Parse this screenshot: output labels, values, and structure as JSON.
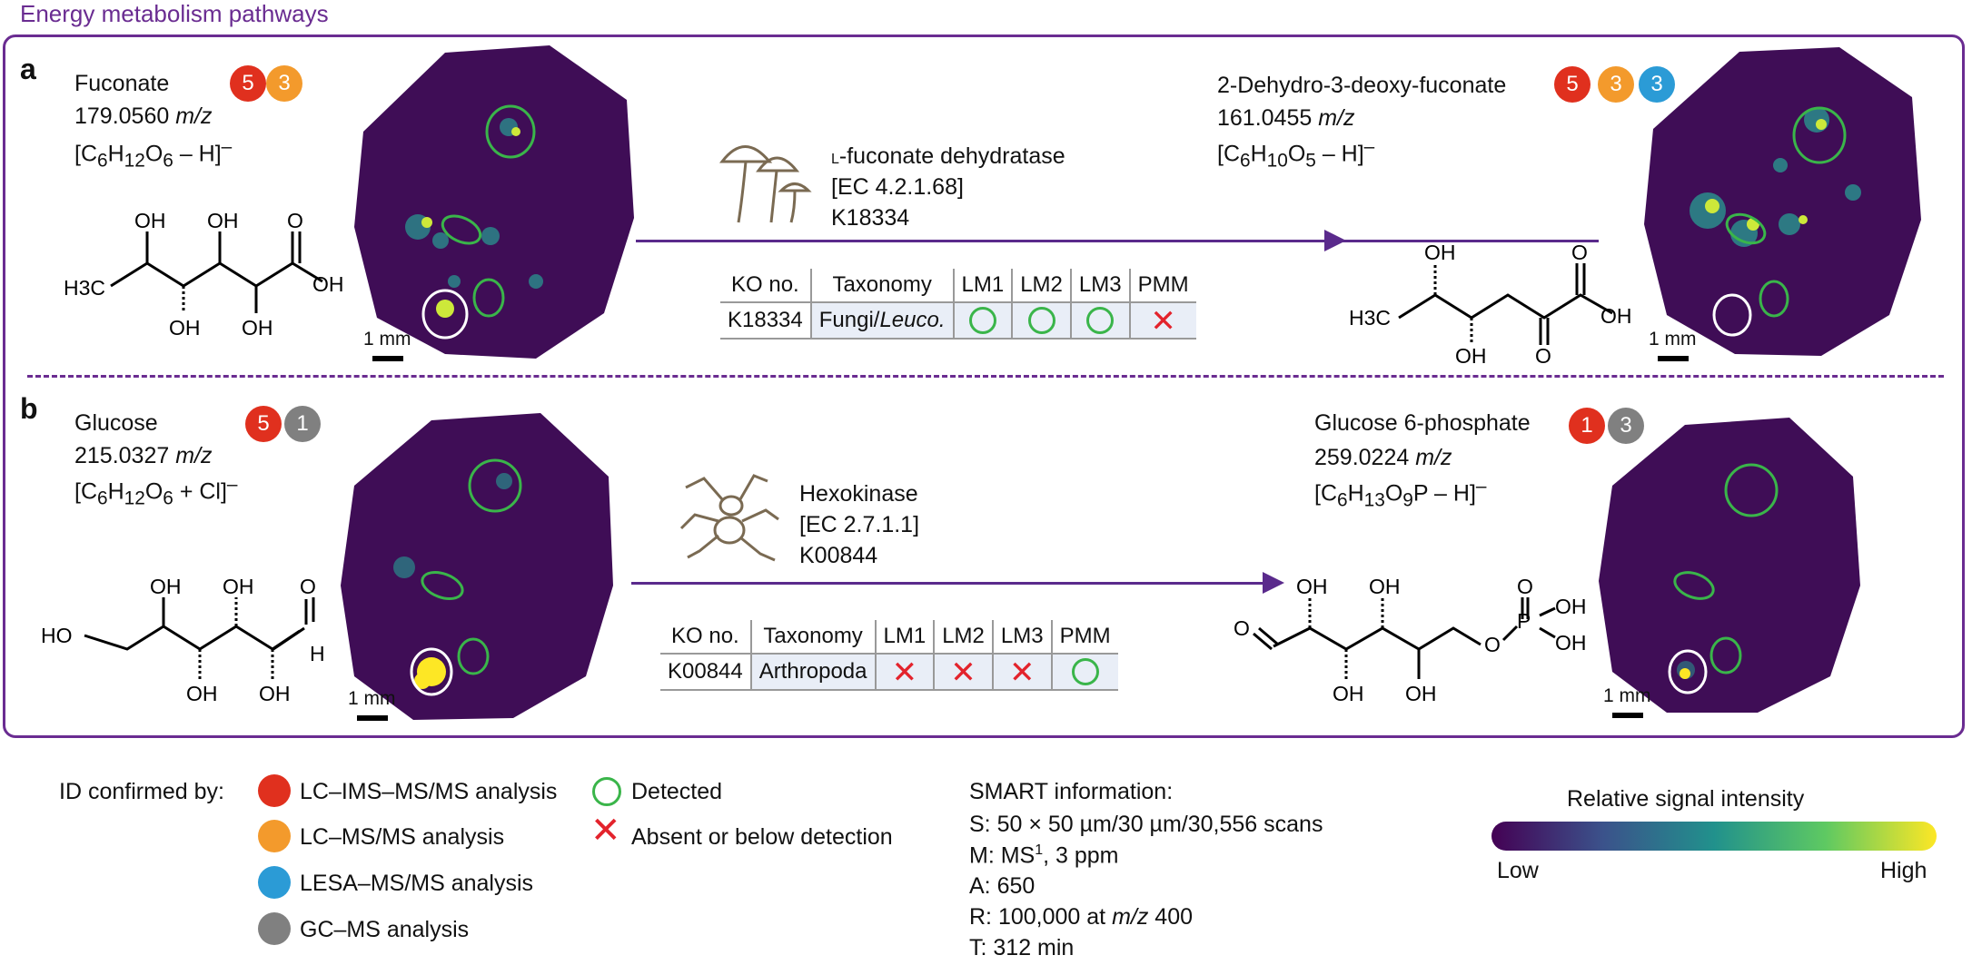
{
  "heading": "Energy metabolism pathways",
  "panels": {
    "a": {
      "letter": "a",
      "substrate": {
        "name": "Fuconate",
        "mz_value": "179.0560",
        "mz_unit": "m/z",
        "formula_pre": "[C",
        "c": "6",
        "h_label": "H",
        "h": "12",
        "o_label": "O",
        "o": "6",
        "formula_post": " – H]",
        "charge": "–",
        "badges": [
          "5",
          "3"
        ],
        "atoms": [
          "OH",
          "OH",
          "O",
          "H3C",
          "OH",
          "OH",
          "OH"
        ]
      },
      "product": {
        "name": "2-Dehydro-3-deoxy-fuconate",
        "mz_value": "161.0455",
        "mz_unit": "m/z",
        "formula_pre": "[C",
        "c": "6",
        "h_label": "H",
        "h": "10",
        "o_label": "O",
        "o": "5",
        "formula_post": " – H]",
        "charge": "–",
        "badges": [
          "5",
          "3",
          "3"
        ],
        "atoms": [
          "OH",
          "O",
          "H3C",
          "OH",
          "OH",
          "O"
        ]
      },
      "enzyme": {
        "small_caps_prefix": "L",
        "name": "-fuconate dehydratase",
        "ec": "[EC 4.2.1.68]",
        "ko": "K18334"
      },
      "table": {
        "headers": [
          "KO no.",
          "Taxonomy",
          "LM1",
          "LM2",
          "LM3",
          "PMM"
        ],
        "ko": "K18334",
        "taxonomy_plain": "Fungi/",
        "taxonomy_italic": "Leuco.",
        "detections": [
          "detected",
          "detected",
          "detected",
          "absent"
        ]
      },
      "scale_label": "1 mm"
    },
    "b": {
      "letter": "b",
      "substrate": {
        "name": "Glucose",
        "mz_value": "215.0327",
        "mz_unit": "m/z",
        "formula_pre": "[C",
        "c": "6",
        "h_label": "H",
        "h": "12",
        "o_label": "O",
        "o": "6",
        "formula_post": " + Cl]",
        "charge": "–",
        "badges": [
          "5",
          "1"
        ],
        "atoms": [
          "OH",
          "OH",
          "O",
          "HO",
          "H",
          "OH",
          "OH"
        ]
      },
      "product": {
        "name": "Glucose 6-phosphate",
        "mz_value": "259.0224",
        "mz_unit": "m/z",
        "formula_pre": "[C",
        "c": "6",
        "h_label": "H",
        "h": "13",
        "o_label": "O",
        "o": "9",
        "p_label": "P",
        "formula_post": " – H]",
        "charge": "–",
        "badges": [
          "1",
          "3"
        ],
        "atoms": [
          "OH",
          "OH",
          "O",
          "OH",
          "O",
          "O",
          "P",
          "OH",
          "OH",
          "OH",
          "OH"
        ]
      },
      "enzyme": {
        "name": "Hexokinase",
        "ec": "[EC 2.7.1.1]",
        "ko": "K00844"
      },
      "table": {
        "headers": [
          "KO no.",
          "Taxonomy",
          "LM1",
          "LM2",
          "LM3",
          "PMM"
        ],
        "ko": "K00844",
        "taxonomy_plain": "Arthropoda",
        "detections": [
          "absent",
          "absent",
          "absent",
          "detected"
        ]
      },
      "scale_label": "1 mm"
    }
  },
  "badge_colors": {
    "5": "#e0301e",
    "3_orange": "#f39a2c",
    "3_blue": "#2b9bd6",
    "1": "#e0301e",
    "3_grey": "#808080",
    "1_grey": "#808080"
  },
  "legend": {
    "title": "ID confirmed by:",
    "methods": [
      {
        "label": "LC–IMS–MS/MS analysis",
        "color": "#e0301e"
      },
      {
        "label": "LC–MS/MS analysis",
        "color": "#f39a2c"
      },
      {
        "label": "LESA–MS/MS analysis",
        "color": "#2b9bd6"
      },
      {
        "label": "GC–MS analysis",
        "color": "#808080"
      }
    ],
    "detected": "Detected",
    "absent": "Absent or below detection"
  },
  "smart": {
    "title": "SMART information:",
    "s": "S: 50 × 50 µm/30 µm/30,556 scans",
    "m_pre": "M: MS",
    "m_sup": "1",
    "m_post": ", 3 ppm",
    "a": "A: 650",
    "r_pre": "R: 100,000 at ",
    "r_italic": "m/z",
    "r_post": " 400",
    "t": "T: 312 min"
  },
  "colorbar": {
    "title": "Relative signal intensity",
    "low": "Low",
    "high": "High"
  }
}
